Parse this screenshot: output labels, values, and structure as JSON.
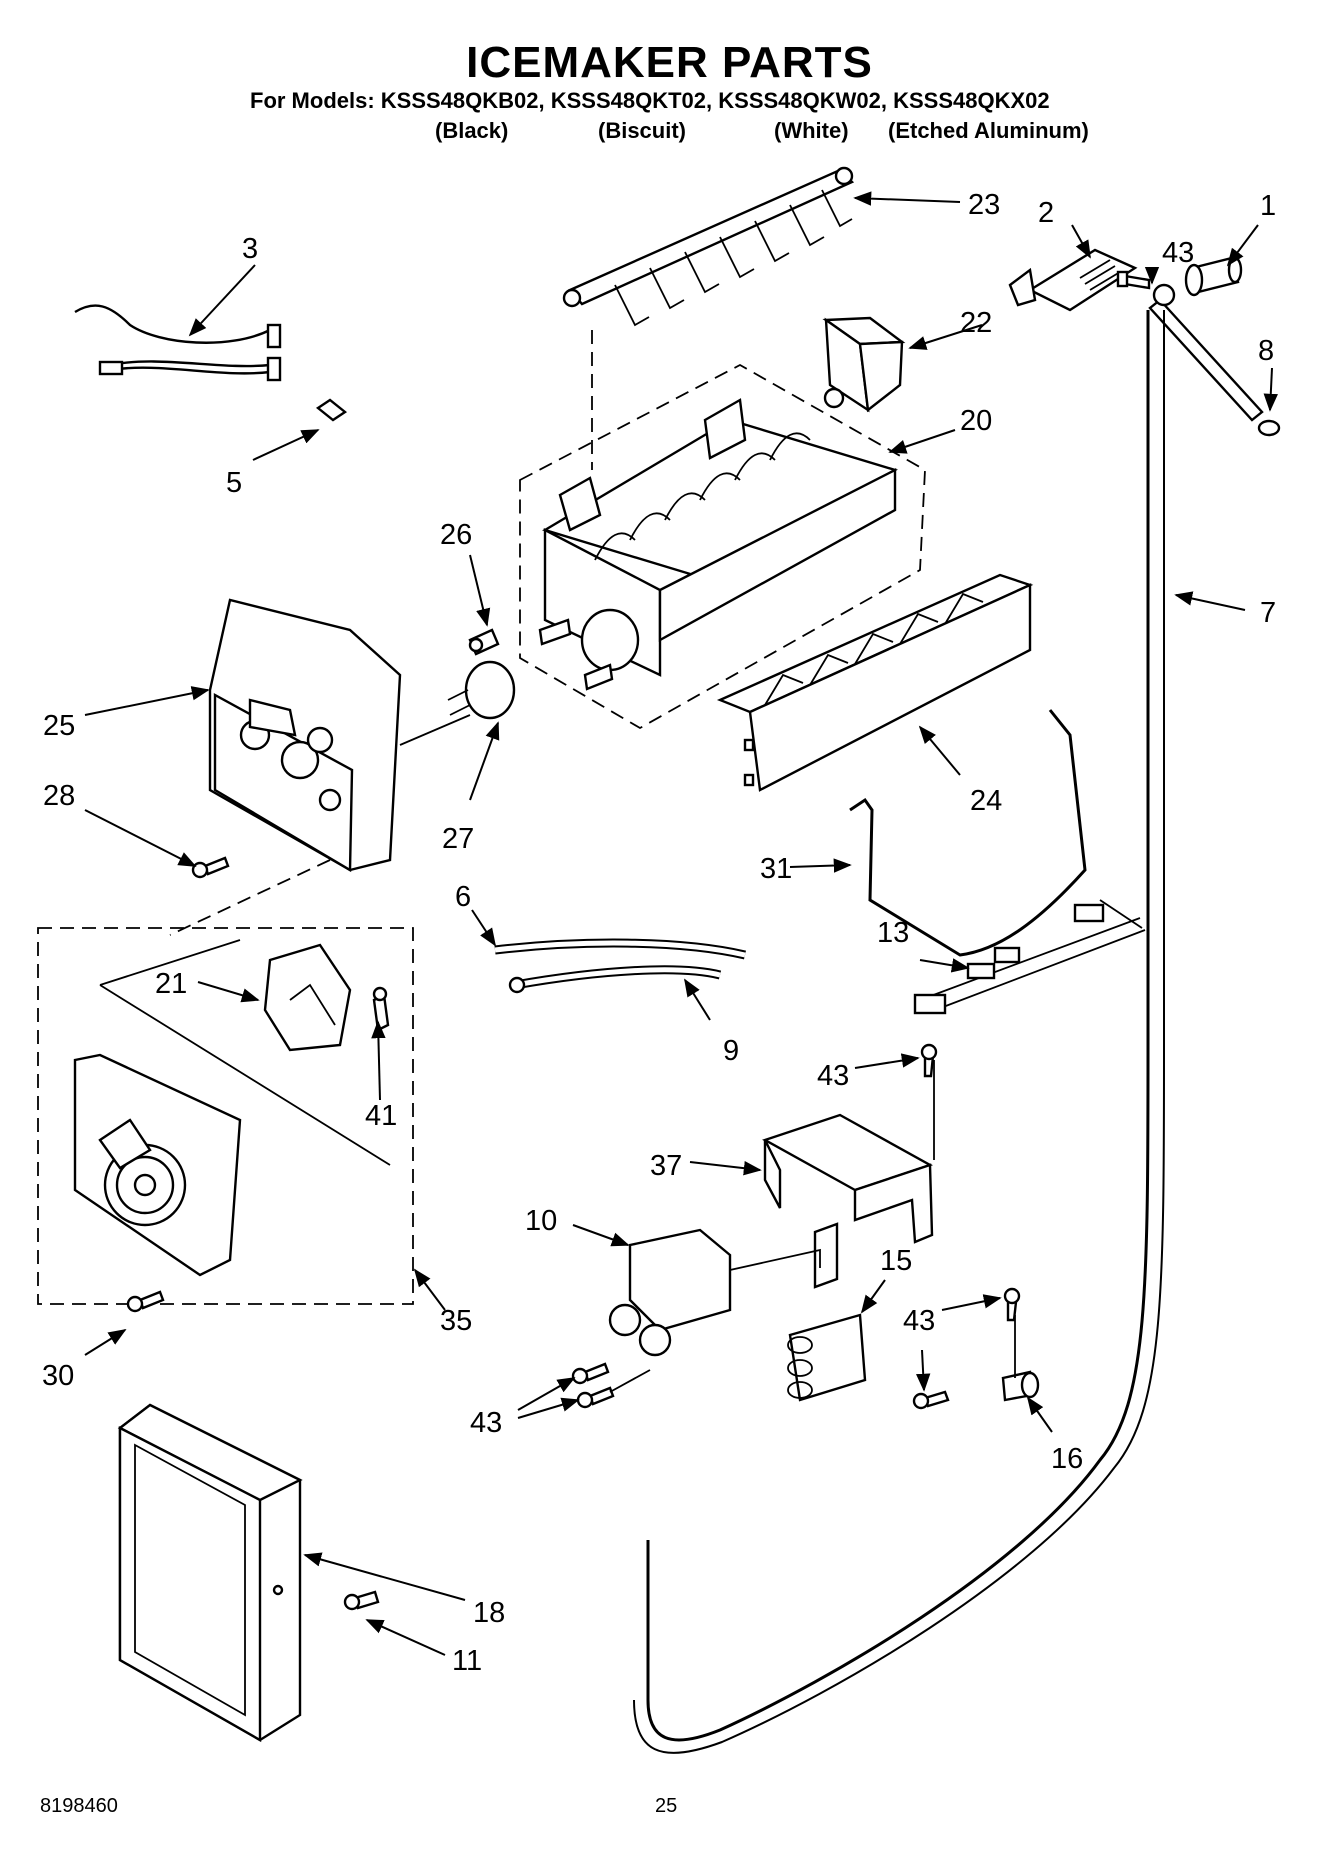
{
  "header": {
    "title": "ICEMAKER PARTS",
    "models_line": "For Models: KSSS48QKB02, KSSS48QKT02, KSSS48QKW02, KSSS48QKX02",
    "variants": [
      "(Black)",
      "(Biscuit)",
      "(White)",
      "(Etched Aluminum)"
    ]
  },
  "callouts": [
    "1",
    "2",
    "3",
    "5",
    "6",
    "7",
    "8",
    "9",
    "10",
    "11",
    "13",
    "15",
    "16",
    "18",
    "20",
    "21",
    "22",
    "23",
    "24",
    "25",
    "26",
    "27",
    "28",
    "30",
    "31",
    "35",
    "37",
    "41",
    "43"
  ],
  "footer": {
    "doc_number": "8198460",
    "page_number": "25"
  }
}
